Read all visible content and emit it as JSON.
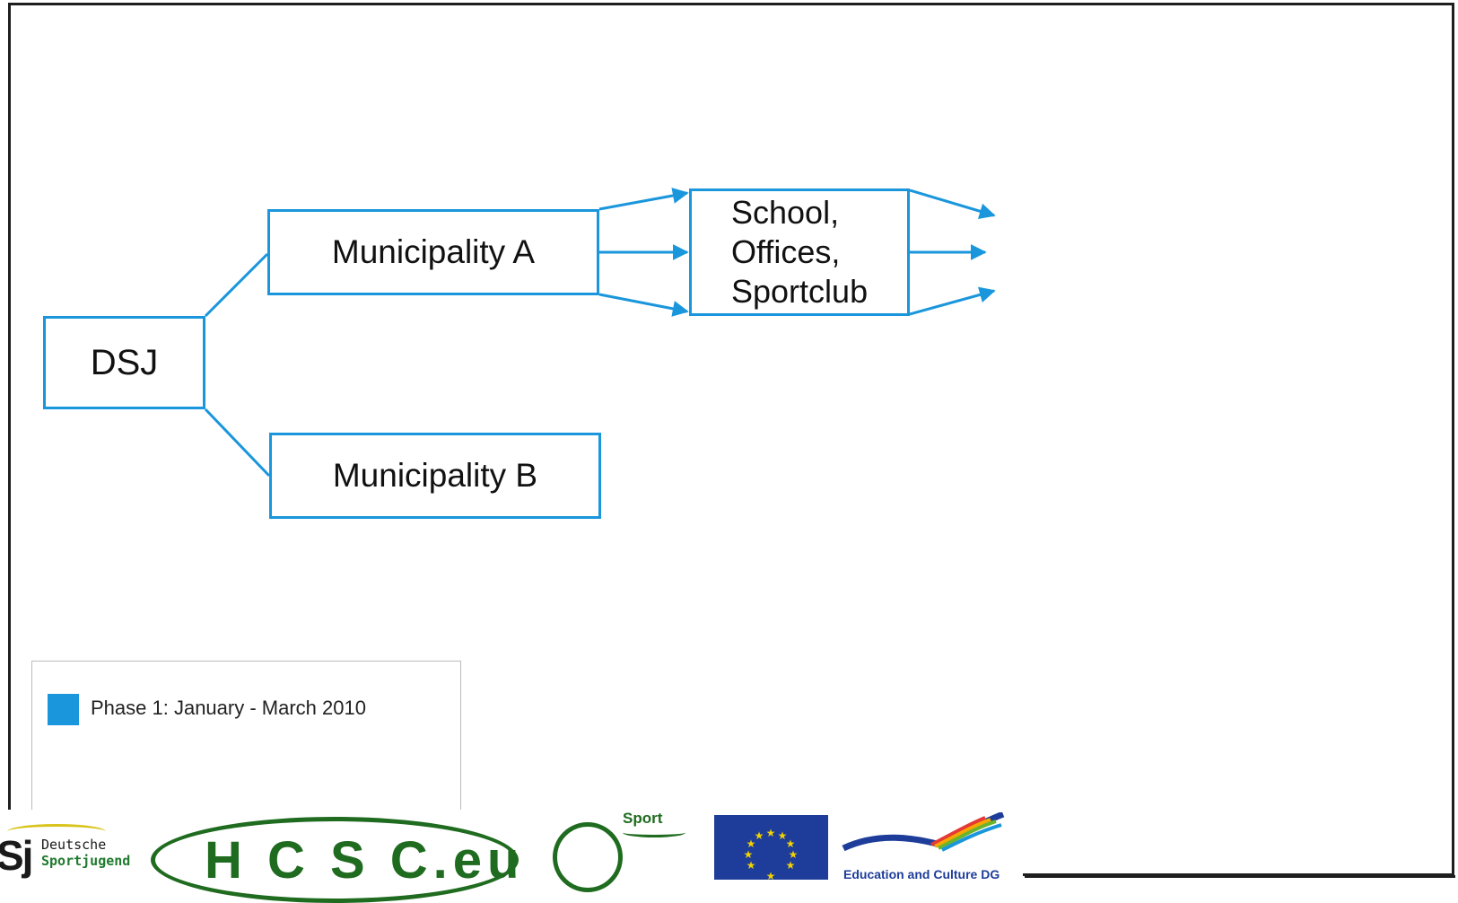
{
  "colors": {
    "accent": "#1a96dc",
    "frame": "#1e1e1e",
    "logo_green": "#1f6b1f",
    "eu_blue": "#1e3d9a",
    "eu_gold": "#f2d200"
  },
  "diagram": {
    "nodes": {
      "dsj": "DSJ",
      "municipality_a": "Municipality A",
      "municipality_b": "Municipality B",
      "targets": "School,\nOffices,\nSportclub"
    }
  },
  "legend": {
    "items": [
      {
        "label": "Phase 1: January - March 2010",
        "color": "#1a96dc"
      }
    ]
  },
  "footer": {
    "logos": {
      "dsj_text_line1": "Deutsche",
      "dsj_text_line2": "Sportjugend",
      "dsj_mark": "Sj",
      "hcsc": "H C S C.eu",
      "sport": "Sport",
      "llp_caption": "Education and Culture DG"
    },
    "icons": [
      "dsj-logo-icon",
      "hcsc-logo-icon",
      "sport-logo-icon",
      "eu-flag-icon",
      "llp-logo-icon"
    ]
  }
}
